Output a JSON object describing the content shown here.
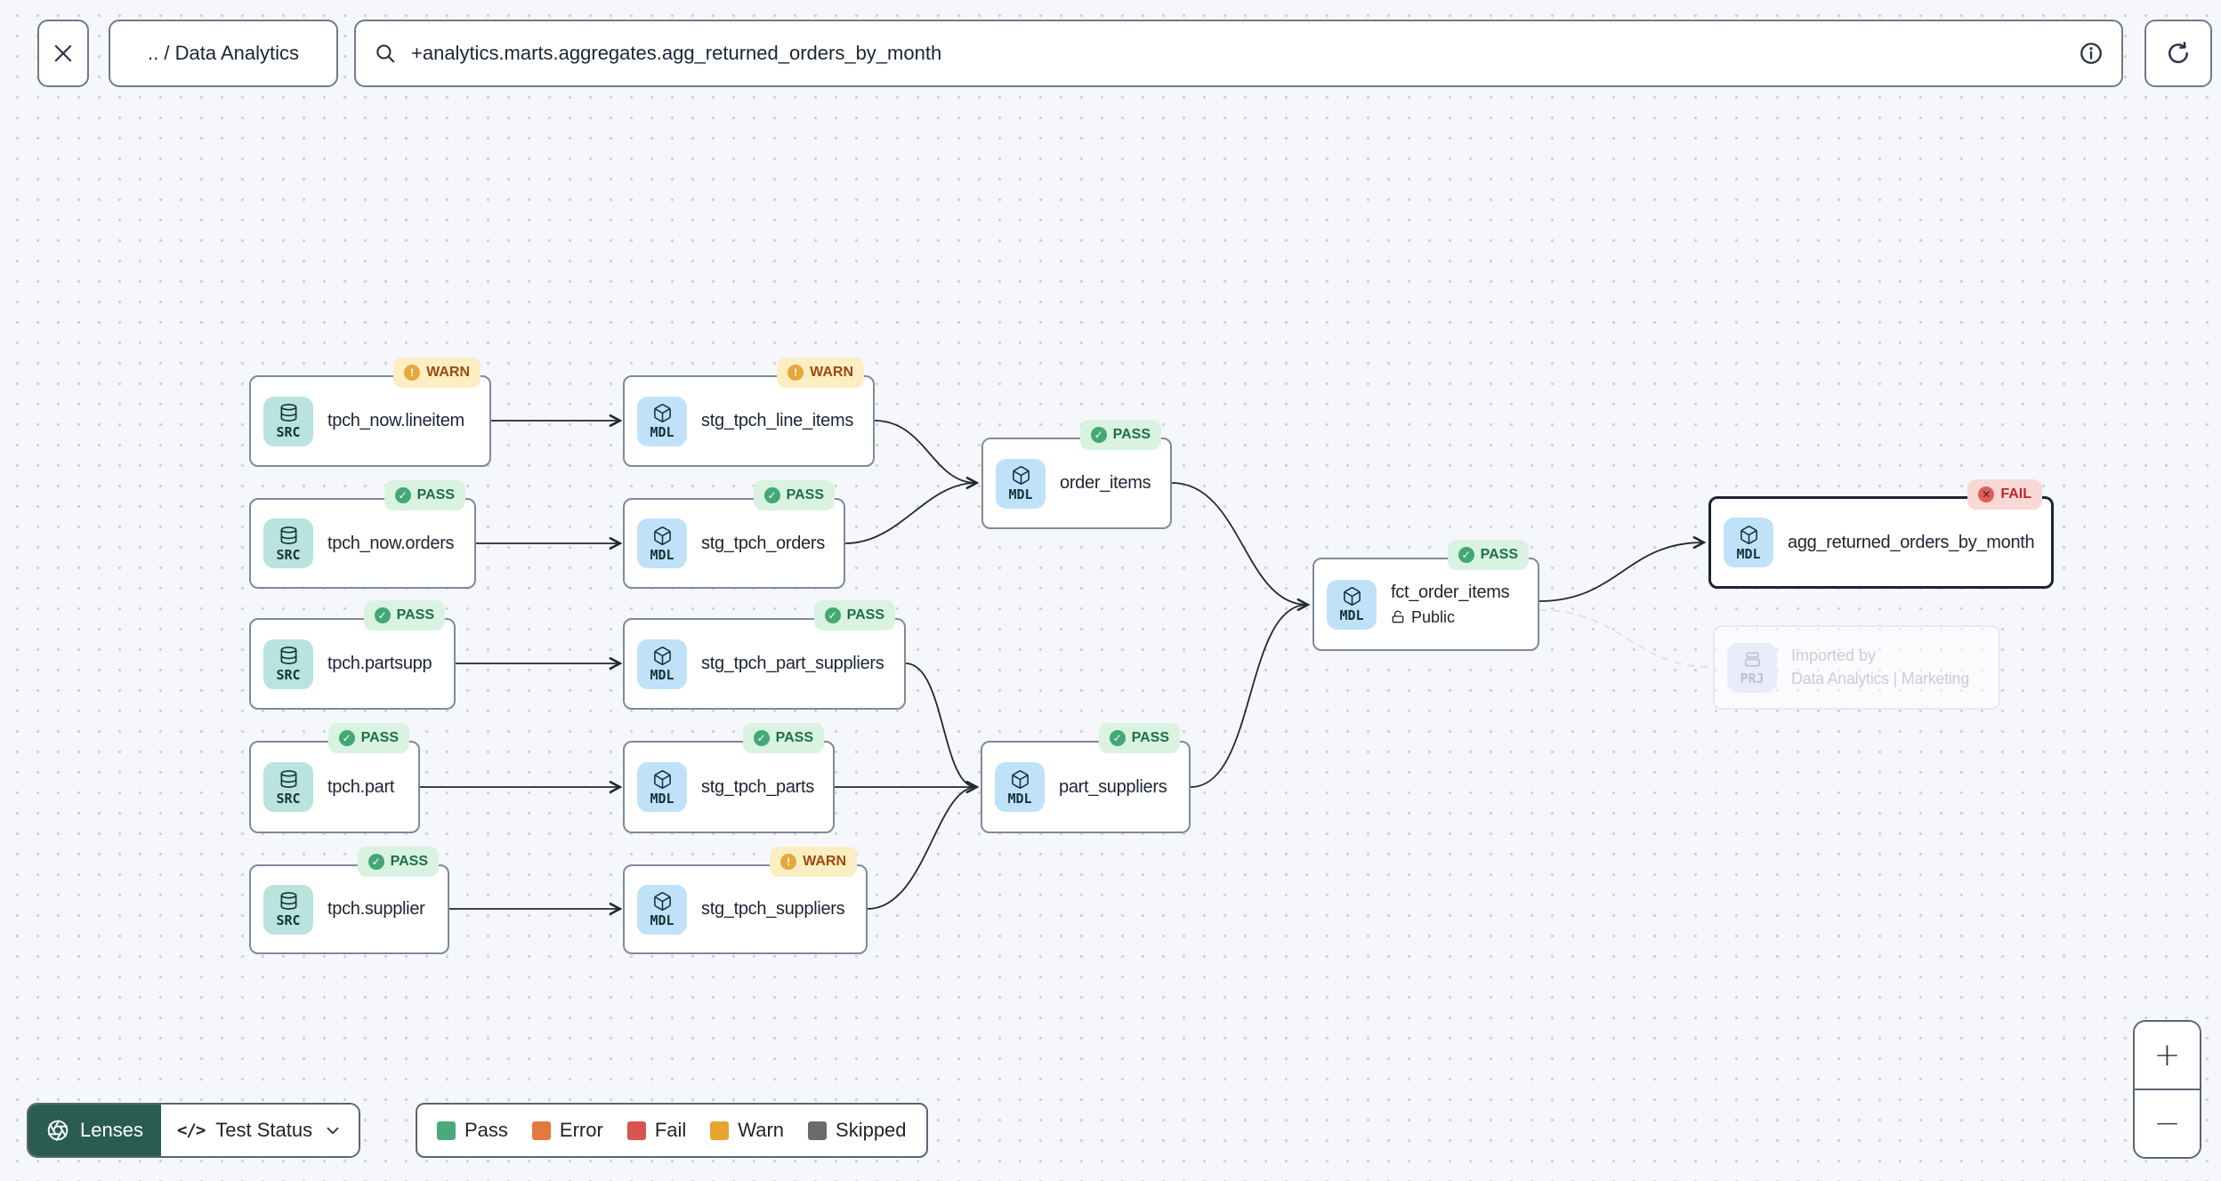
{
  "toolbar": {
    "breadcrumb": ".. / Data Analytics",
    "search_value": "+analytics.marts.aggregates.agg_returned_orders_by_month"
  },
  "graph": {
    "nodes": [
      {
        "id": "tpch_now.lineitem",
        "kind_label": "SRC",
        "label": "tpch_now.lineitem",
        "status_label": "WARN"
      },
      {
        "id": "tpch_now.orders",
        "kind_label": "SRC",
        "label": "tpch_now.orders",
        "status_label": "PASS"
      },
      {
        "id": "tpch.partsupp",
        "kind_label": "SRC",
        "label": "tpch.partsupp",
        "status_label": "PASS"
      },
      {
        "id": "tpch.part",
        "kind_label": "SRC",
        "label": "tpch.part",
        "status_label": "PASS"
      },
      {
        "id": "tpch.supplier",
        "kind_label": "SRC",
        "label": "tpch.supplier",
        "status_label": "PASS"
      },
      {
        "id": "stg_tpch_line_items",
        "kind_label": "MDL",
        "label": "stg_tpch_line_items",
        "status_label": "WARN"
      },
      {
        "id": "stg_tpch_orders",
        "kind_label": "MDL",
        "label": "stg_tpch_orders",
        "status_label": "PASS"
      },
      {
        "id": "stg_tpch_part_suppliers",
        "kind_label": "MDL",
        "label": "stg_tpch_part_suppliers",
        "status_label": "PASS"
      },
      {
        "id": "stg_tpch_parts",
        "kind_label": "MDL",
        "label": "stg_tpch_parts",
        "status_label": "PASS"
      },
      {
        "id": "stg_tpch_suppliers",
        "kind_label": "MDL",
        "label": "stg_tpch_suppliers",
        "status_label": "WARN"
      },
      {
        "id": "order_items",
        "kind_label": "MDL",
        "label": "order_items",
        "status_label": "PASS"
      },
      {
        "id": "part_suppliers",
        "kind_label": "MDL",
        "label": "part_suppliers",
        "status_label": "PASS"
      },
      {
        "id": "fct_order_items",
        "kind_label": "MDL",
        "label": "fct_order_items",
        "status_label": "PASS",
        "access_label": "Public"
      },
      {
        "id": "agg_returned_orders_by_month",
        "kind_label": "MDL",
        "label": "agg_returned_orders_by_month",
        "status_label": "FAIL",
        "selected": true
      },
      {
        "id": "imported_by_project",
        "kind_label": "PRJ",
        "title": "Imported by",
        "label": "Data Analytics | Marketing",
        "ghost": true
      }
    ],
    "edges": [
      {
        "from": "tpch_now.lineitem",
        "to": "stg_tpch_line_items",
        "style": "solid"
      },
      {
        "from": "tpch_now.orders",
        "to": "stg_tpch_orders",
        "style": "solid"
      },
      {
        "from": "tpch.partsupp",
        "to": "stg_tpch_part_suppliers",
        "style": "solid"
      },
      {
        "from": "tpch.part",
        "to": "stg_tpch_parts",
        "style": "solid"
      },
      {
        "from": "tpch.supplier",
        "to": "stg_tpch_suppliers",
        "style": "solid"
      },
      {
        "from": "stg_tpch_line_items",
        "to": "order_items",
        "style": "solid"
      },
      {
        "from": "stg_tpch_orders",
        "to": "order_items",
        "style": "solid"
      },
      {
        "from": "stg_tpch_part_suppliers",
        "to": "part_suppliers",
        "style": "solid"
      },
      {
        "from": "stg_tpch_parts",
        "to": "part_suppliers",
        "style": "solid"
      },
      {
        "from": "stg_tpch_suppliers",
        "to": "part_suppliers",
        "style": "solid"
      },
      {
        "from": "order_items",
        "to": "fct_order_items",
        "style": "solid"
      },
      {
        "from": "part_suppliers",
        "to": "fct_order_items",
        "style": "solid"
      },
      {
        "from": "fct_order_items",
        "to": "agg_returned_orders_by_month",
        "style": "solid"
      },
      {
        "from": "fct_order_items",
        "to": "imported_by_project",
        "style": "dashed"
      }
    ]
  },
  "controls": {
    "lenses_label": "Lenses",
    "selected_lens": "Test Status",
    "code_icon": "</>",
    "zoom_in": "+",
    "zoom_out": "−"
  },
  "legend": {
    "items": [
      {
        "label": "Pass",
        "color": "#4aab79"
      },
      {
        "label": "Error",
        "color": "#e4793f"
      },
      {
        "label": "Fail",
        "color": "#d9534f"
      },
      {
        "label": "Warn",
        "color": "#e7a52f"
      },
      {
        "label": "Skipped",
        "color": "#6b6b6b"
      }
    ]
  },
  "colors": {
    "canvas_bg": "#f6f7fa",
    "node_border": "#7e8a9c",
    "selected_border": "#1c2433",
    "src_tile": "#b9e4de",
    "mdl_tile": "#bfe2f9",
    "prj_tile": "#e9ecf9",
    "pass_badge_bg": "#d9f3e0",
    "warn_badge_bg": "#fbeec3",
    "fail_badge_bg": "#f8d9d6",
    "lenses_button_bg": "#2a5c52"
  }
}
